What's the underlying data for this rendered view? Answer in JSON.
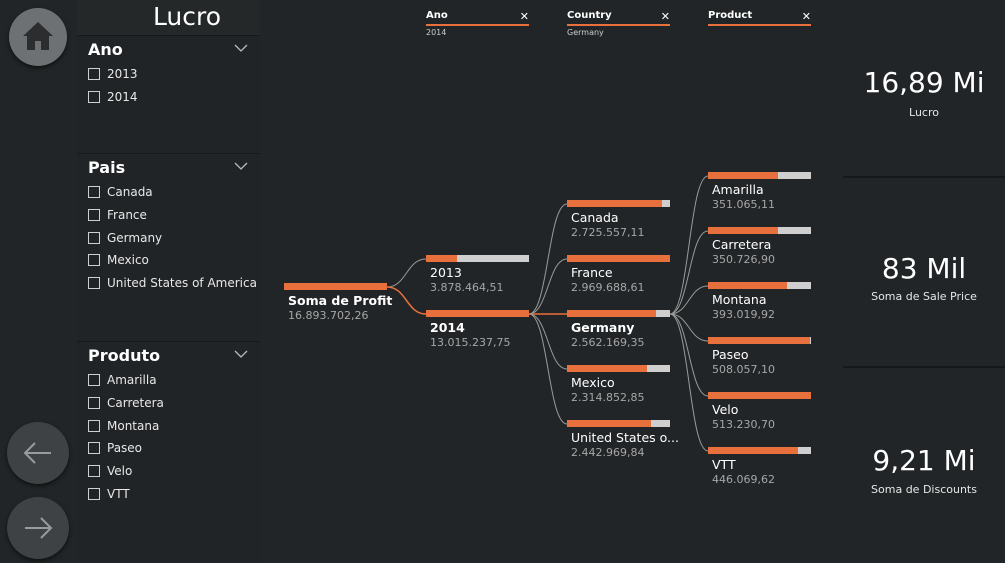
{
  "page_title": "Lucro",
  "slicers": {
    "ano": {
      "title": "Ano",
      "items": [
        "2013",
        "2014"
      ]
    },
    "pais": {
      "title": "Pais",
      "items": [
        "Canada",
        "France",
        "Germany",
        "Mexico",
        "United States of America"
      ]
    },
    "produto": {
      "title": "Produto",
      "items": [
        "Amarilla",
        "Carretera",
        "Montana",
        "Paseo",
        "Velo",
        "VTT"
      ]
    }
  },
  "breadcrumbs": [
    {
      "label": "Ano",
      "value": "2014"
    },
    {
      "label": "Country",
      "value": "Germany"
    },
    {
      "label": "Product",
      "value": ""
    }
  ],
  "kpis": [
    {
      "value": "16,89 Mi",
      "label": "Lucro"
    },
    {
      "value": "83 Mil",
      "label": "Soma de Sale Price"
    },
    {
      "value": "9,21 Mi",
      "label": "Soma de Discounts"
    }
  ],
  "colors": {
    "accent": "#e8703d",
    "track": "#cfcfcf",
    "link": "#9a9a9a"
  },
  "icons": {
    "home": "home-icon",
    "back": "arrow-left-icon",
    "forward": "arrow-right-icon",
    "chevron": "chevron-down-icon",
    "close": "close-icon"
  },
  "tree": {
    "root": {
      "label": "Soma de Profit",
      "value": "16.893.702,26",
      "fill": 1.0
    },
    "levels": [
      {
        "nodes": [
          {
            "label": "2013",
            "value": "3.878.464,51",
            "fill": 0.3,
            "bold": false
          },
          {
            "label": "2014",
            "value": "13.015.237,75",
            "fill": 1.0,
            "bold": true
          }
        ]
      },
      {
        "nodes": [
          {
            "label": "Canada",
            "value": "2.725.557,11",
            "fill": 0.92,
            "bold": false
          },
          {
            "label": "France",
            "value": "2.969.688,61",
            "fill": 1.0,
            "bold": false
          },
          {
            "label": "Germany",
            "value": "2.562.169,35",
            "fill": 0.86,
            "bold": true
          },
          {
            "label": "Mexico",
            "value": "2.314.852,85",
            "fill": 0.78,
            "bold": false
          },
          {
            "label": "United States o...",
            "value": "2.442.969,84",
            "fill": 0.82,
            "bold": false
          }
        ]
      },
      {
        "nodes": [
          {
            "label": "Amarilla",
            "value": "351.065,11",
            "fill": 0.68,
            "bold": false
          },
          {
            "label": "Carretera",
            "value": "350.726,90",
            "fill": 0.68,
            "bold": false
          },
          {
            "label": "Montana",
            "value": "393.019,92",
            "fill": 0.77,
            "bold": false
          },
          {
            "label": "Paseo",
            "value": "508.057,10",
            "fill": 0.99,
            "bold": false
          },
          {
            "label": "Velo",
            "value": "513.230,70",
            "fill": 1.0,
            "bold": false
          },
          {
            "label": "VTT",
            "value": "446.069,62",
            "fill": 0.87,
            "bold": false
          }
        ]
      }
    ]
  }
}
